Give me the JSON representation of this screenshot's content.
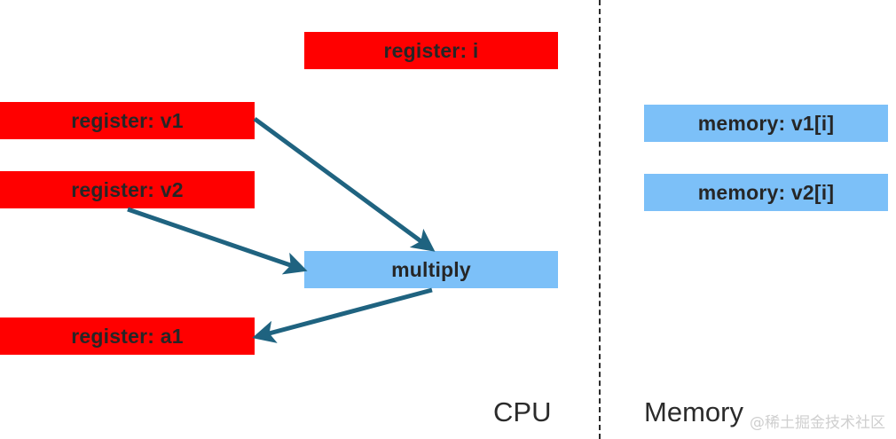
{
  "diagram": {
    "title_regions": {
      "cpu_label": "CPU",
      "memory_label": "Memory"
    },
    "watermark": "@稀土掘金技术社区",
    "colors": {
      "register_fill": "#ff0000",
      "memory_fill": "#7cc0f8",
      "operation_fill": "#7cc0f8",
      "arrow": "#1f6380",
      "text": "#262626",
      "divider": "#2b2b2b",
      "background": "#ffffff",
      "watermark": "#cfcfcf"
    },
    "cpu_nodes": [
      {
        "id": "reg-i",
        "label": "register: i",
        "kind": "register"
      },
      {
        "id": "reg-v1",
        "label": "register: v1",
        "kind": "register"
      },
      {
        "id": "reg-v2",
        "label": "register: v2",
        "kind": "register"
      },
      {
        "id": "reg-a1",
        "label": "register: a1",
        "kind": "register"
      },
      {
        "id": "op-multiply",
        "label": "multiply",
        "kind": "operation"
      }
    ],
    "memory_nodes": [
      {
        "id": "mem-v1",
        "label": "memory: v1[i]",
        "kind": "memory"
      },
      {
        "id": "mem-v2",
        "label": "memory: v2[i]",
        "kind": "memory"
      }
    ],
    "arrows": [
      {
        "id": "arrow-v1-to-multiply",
        "from": "register: v1",
        "to": "multiply"
      },
      {
        "id": "arrow-v2-to-multiply",
        "from": "register: v2",
        "to": "multiply"
      },
      {
        "id": "arrow-multiply-to-a1",
        "from": "multiply",
        "to": "register: a1"
      }
    ]
  }
}
